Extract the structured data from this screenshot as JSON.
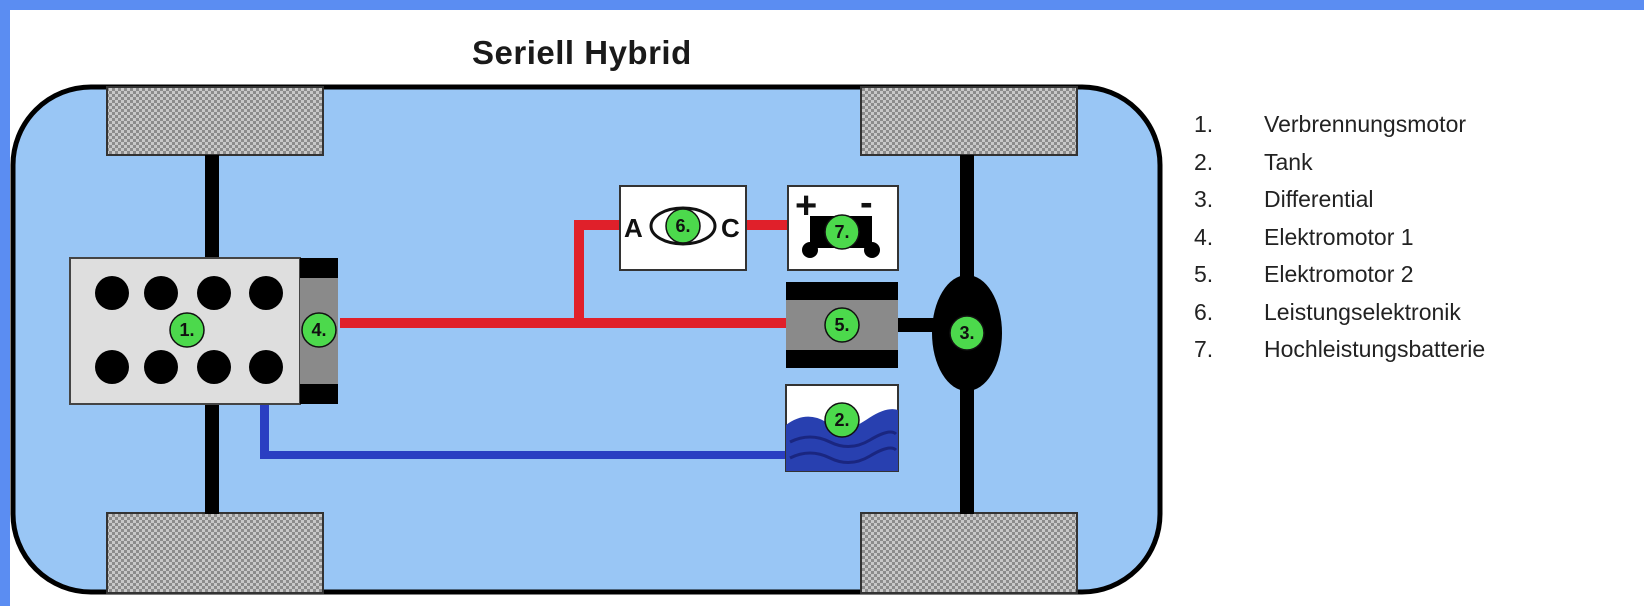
{
  "title": "Seriell Hybrid",
  "badges": {
    "engine": "1.",
    "tank": "2.",
    "differential": "3.",
    "motor1": "4.",
    "motor2": "5.",
    "electronics": "6.",
    "battery": "7."
  },
  "electronics_labels": {
    "left": "A",
    "right": "C"
  },
  "battery_signs": {
    "plus": "+",
    "minus": "-"
  },
  "legend": [
    {
      "num": "1.",
      "label": "Verbrennungsmotor"
    },
    {
      "num": "2.",
      "label": "Tank"
    },
    {
      "num": "3.",
      "label": "Differential"
    },
    {
      "num": "4.",
      "label": "Elektromotor 1"
    },
    {
      "num": "5.",
      "label": "Elektromotor 2"
    },
    {
      "num": "6.",
      "label": "Leistungselektronik"
    },
    {
      "num": "7.",
      "label": "Hochleistungsbatterie"
    }
  ],
  "colors": {
    "chassis": "#99c6f5",
    "electric_line": "#e0202a",
    "fuel_line": "#2a3fc2",
    "badge": "#4cd94c"
  }
}
